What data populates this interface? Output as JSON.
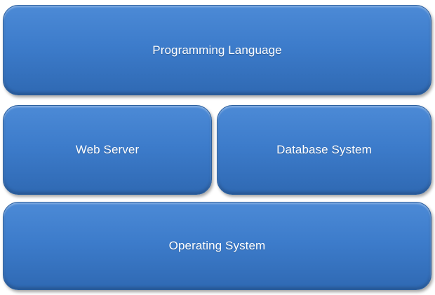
{
  "diagram": {
    "layers": [
      {
        "label": "Programming Language"
      },
      {
        "label": "Web Server"
      },
      {
        "label": "Database System"
      },
      {
        "label": "Operating System"
      }
    ]
  }
}
